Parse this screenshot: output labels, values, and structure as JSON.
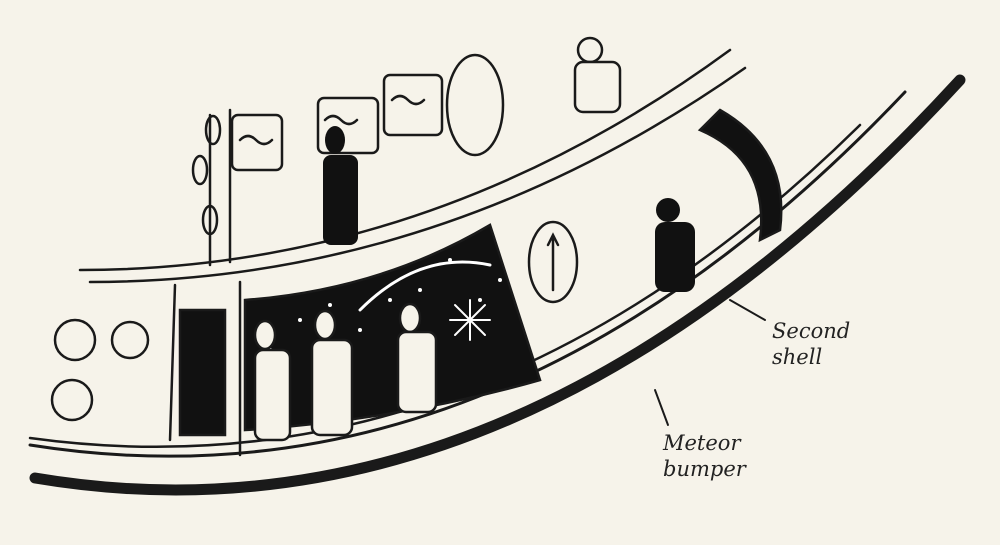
{
  "labels": {
    "second_shell": [
      "Second",
      "shell"
    ],
    "meteor_bumper": [
      "Meteor",
      "bumper"
    ]
  },
  "colors": {
    "ink": "#1a1a1a",
    "paper": "#f6f3ea"
  }
}
